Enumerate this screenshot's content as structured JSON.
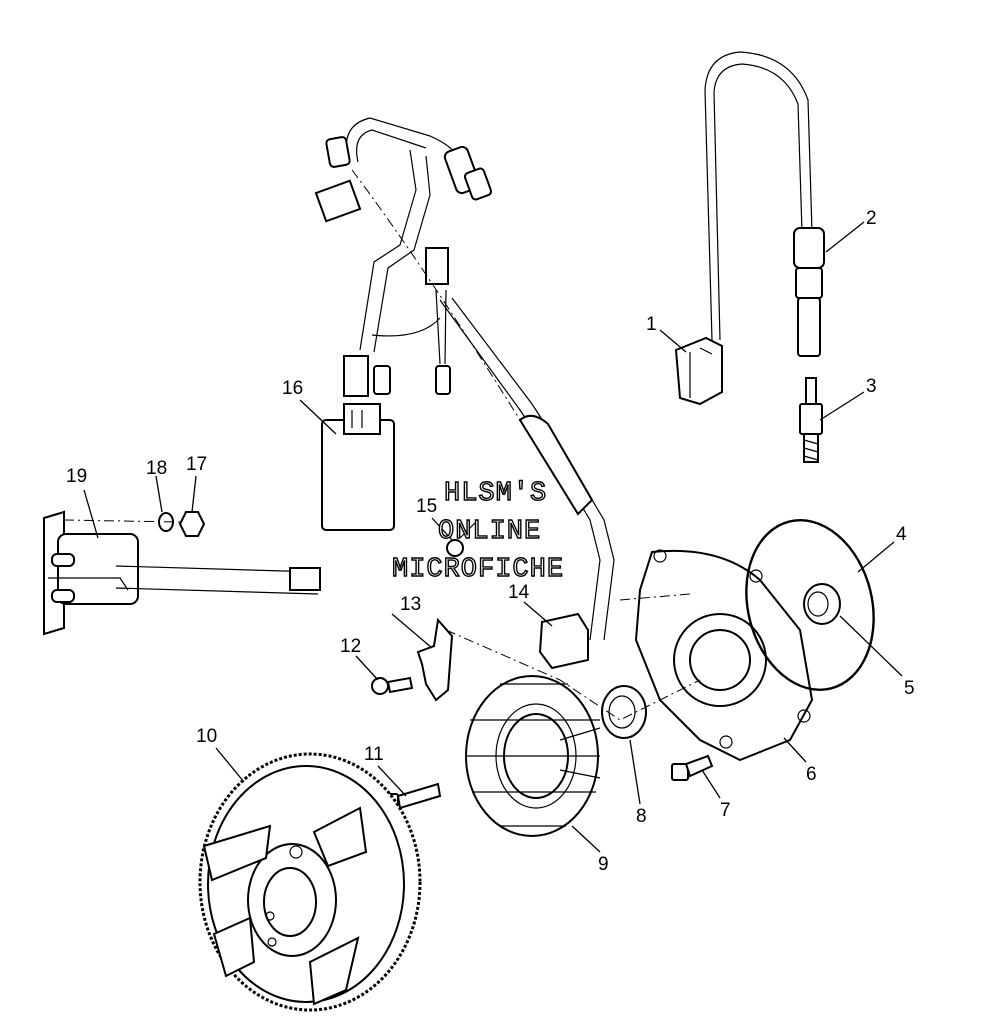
{
  "callouts": [
    {
      "id": "1",
      "label": "1"
    },
    {
      "id": "2",
      "label": "2"
    },
    {
      "id": "3",
      "label": "3"
    },
    {
      "id": "4",
      "label": "4"
    },
    {
      "id": "5",
      "label": "5"
    },
    {
      "id": "6",
      "label": "6"
    },
    {
      "id": "7",
      "label": "7"
    },
    {
      "id": "8",
      "label": "8"
    },
    {
      "id": "9",
      "label": "9"
    },
    {
      "id": "10",
      "label": "10"
    },
    {
      "id": "11",
      "label": "11"
    },
    {
      "id": "12",
      "label": "12"
    },
    {
      "id": "13",
      "label": "13"
    },
    {
      "id": "14",
      "label": "14"
    },
    {
      "id": "15",
      "label": "15"
    },
    {
      "id": "16",
      "label": "16"
    },
    {
      "id": "17",
      "label": "17"
    },
    {
      "id": "18",
      "label": "18"
    },
    {
      "id": "19",
      "label": "19"
    }
  ],
  "watermark": {
    "line1": "HLSM'S",
    "line2": "ONLINE",
    "line3": "MICROFICHE"
  }
}
